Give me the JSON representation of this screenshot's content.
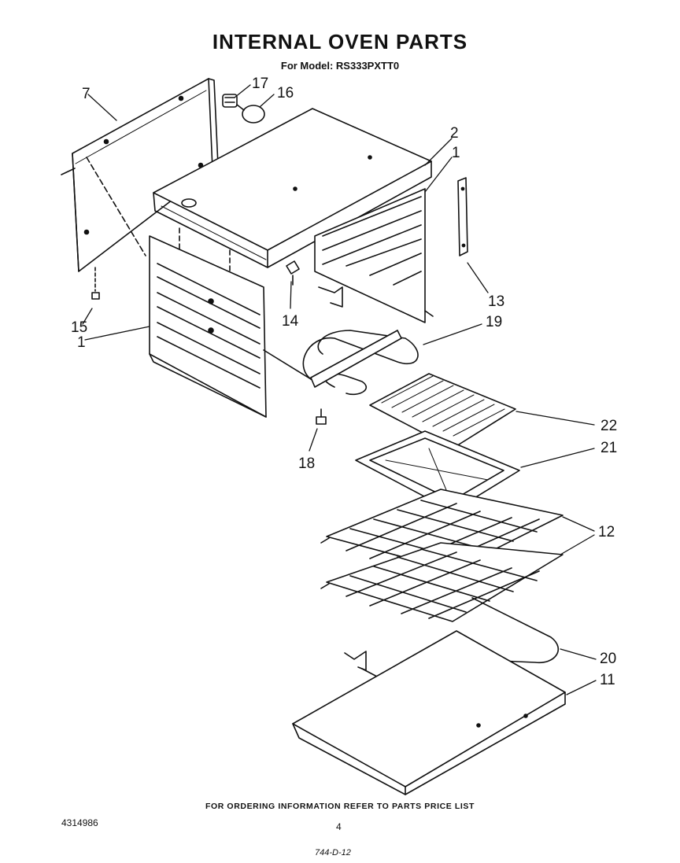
{
  "header": {
    "title": "INTERNAL OVEN PARTS",
    "subtitle": "For Model: RS333PXTT0"
  },
  "callouts": [
    {
      "num": "7",
      "part": "rear-panel"
    },
    {
      "num": "17",
      "part": "lamp-socket"
    },
    {
      "num": "16",
      "part": "lamp-bulb"
    },
    {
      "num": "2",
      "part": "top-panel"
    },
    {
      "num": "1",
      "part": "side-panel-right"
    },
    {
      "num": "13",
      "part": "bracket"
    },
    {
      "num": "14",
      "part": "clip"
    },
    {
      "num": "15",
      "part": "screw"
    },
    {
      "num": "1",
      "part": "side-panel-left"
    },
    {
      "num": "19",
      "part": "broil-element"
    },
    {
      "num": "18",
      "part": "sensor"
    },
    {
      "num": "22",
      "part": "broiler-grid"
    },
    {
      "num": "21",
      "part": "broiler-pan"
    },
    {
      "num": "12",
      "part": "oven-racks"
    },
    {
      "num": "20",
      "part": "bake-element"
    },
    {
      "num": "11",
      "part": "bottom-panel"
    }
  ],
  "footer": {
    "note": "FOR ORDERING INFORMATION REFER TO PARTS PRICE LIST",
    "doc_number": "4314986",
    "page": "4",
    "handwritten": "744-D-12"
  }
}
